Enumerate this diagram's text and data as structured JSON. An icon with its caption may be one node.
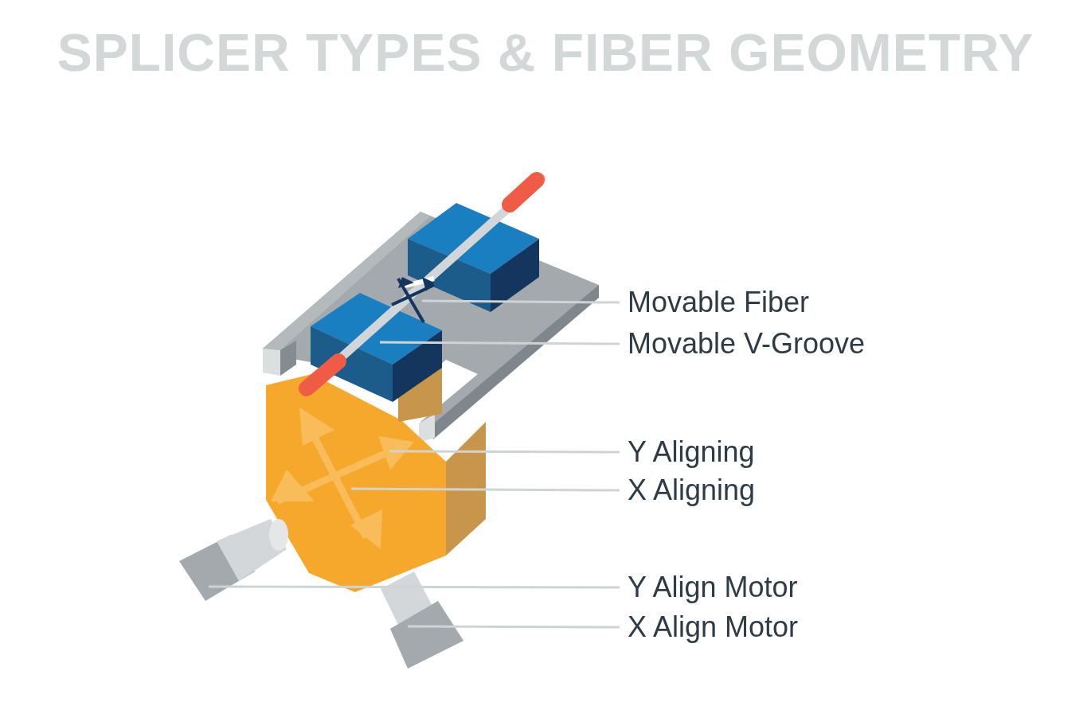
{
  "diagram": {
    "title": "SPLICER TYPES & FIBER GEOMETRY",
    "nodes": [
      {
        "text": [
          "Movable Fiber"
        ]
      },
      {
        "text": [
          "Movable V-Groove"
        ]
      },
      {
        "text": [
          "Y Aligning"
        ]
      },
      {
        "text": [
          "X Aligning"
        ]
      },
      {
        "text": [
          "Y Align Motor"
        ]
      },
      {
        "text": [
          "X Align Motor"
        ]
      }
    ],
    "edges": [
      {
        "from": 0,
        "to": null,
        "arrow": "none"
      },
      {
        "from": 1,
        "to": null,
        "arrow": "none"
      },
      {
        "from": 2,
        "to": null,
        "arrow": "none"
      },
      {
        "from": 3,
        "to": null,
        "arrow": "none"
      },
      {
        "from": 4,
        "to": null,
        "arrow": "none"
      },
      {
        "from": 5,
        "to": null,
        "arrow": "none"
      }
    ]
  }
}
